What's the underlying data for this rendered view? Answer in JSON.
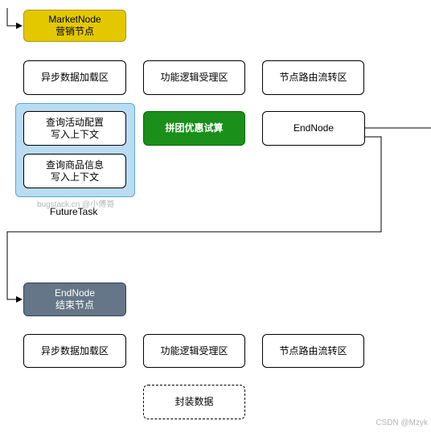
{
  "market_node": {
    "line1": "MarketNode",
    "line2": "营销节点"
  },
  "row1": {
    "async_load": "异步数据加载区",
    "logic_accept": "功能逻辑受理区",
    "route_flow": "节点路由流转区"
  },
  "future_group": {
    "box1": {
      "line1": "查询活动配置",
      "line2": "写入上下文"
    },
    "box2": {
      "line1": "查询商品信息",
      "line2": "写入上下文"
    },
    "watermark": "bugstack.cn @小傅哥",
    "label": "FutureTask"
  },
  "trial_calc": "拼团优惠试算",
  "end_node_top": "EndNode",
  "end_node": {
    "line1": "EndNode",
    "line2": "结束节点"
  },
  "row2": {
    "async_load": "异步数据加载区",
    "logic_accept": "功能逻辑受理区",
    "route_flow": "节点路由流转区"
  },
  "package_data": "封装数据",
  "csdn_watermark": "CSDN @Mzyk",
  "colors": {
    "market": "#e3c800",
    "future_group": "#b9dcf2",
    "trial_calc": "#1a8f1a",
    "end_node": "#647687"
  }
}
